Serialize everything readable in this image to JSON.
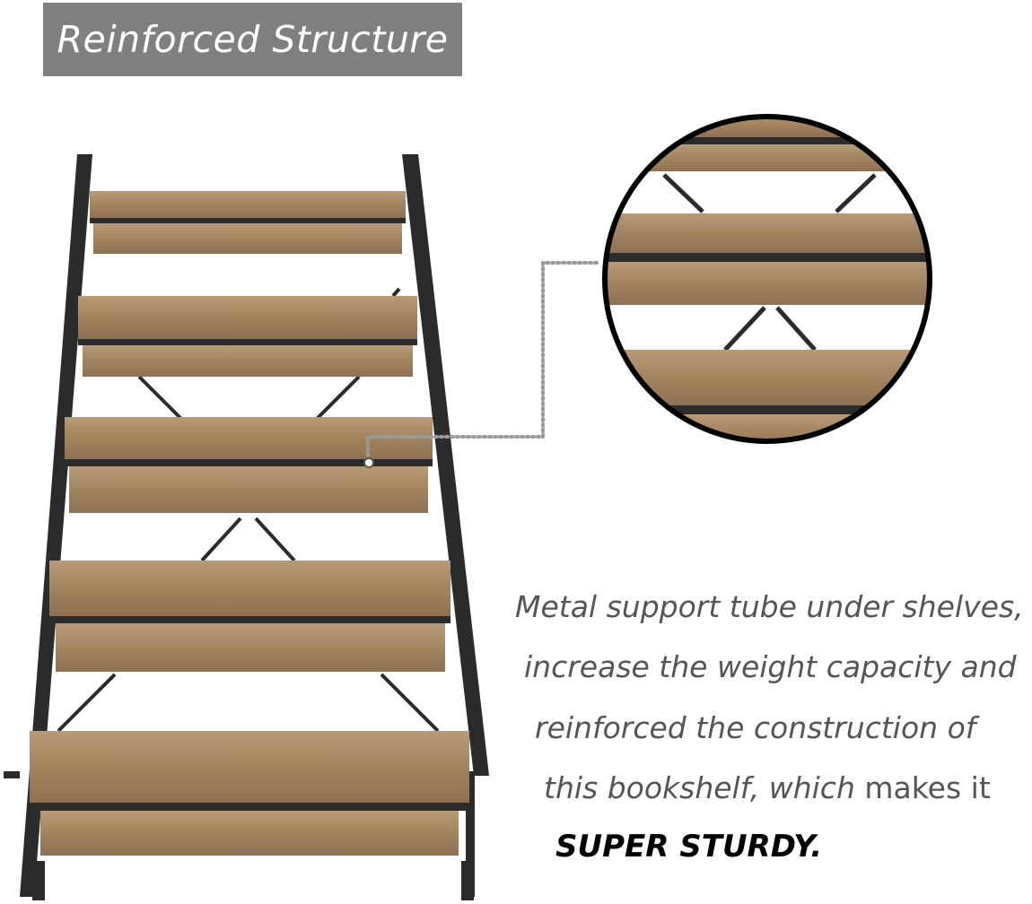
{
  "title": "Reinforced Structure",
  "description": {
    "line1": "Metal support tube under shelves,",
    "line2": "increase the weight capacity and",
    "line3": "reinforced the construction of",
    "line4_italic": "this bookshelf, which",
    "line4_normal": " makes it",
    "emphasis": "SUPER STURDY."
  },
  "colors": {
    "banner": "#808080",
    "wood": "#a88a68",
    "frame": "#2b2b2b",
    "text": "#555555"
  }
}
